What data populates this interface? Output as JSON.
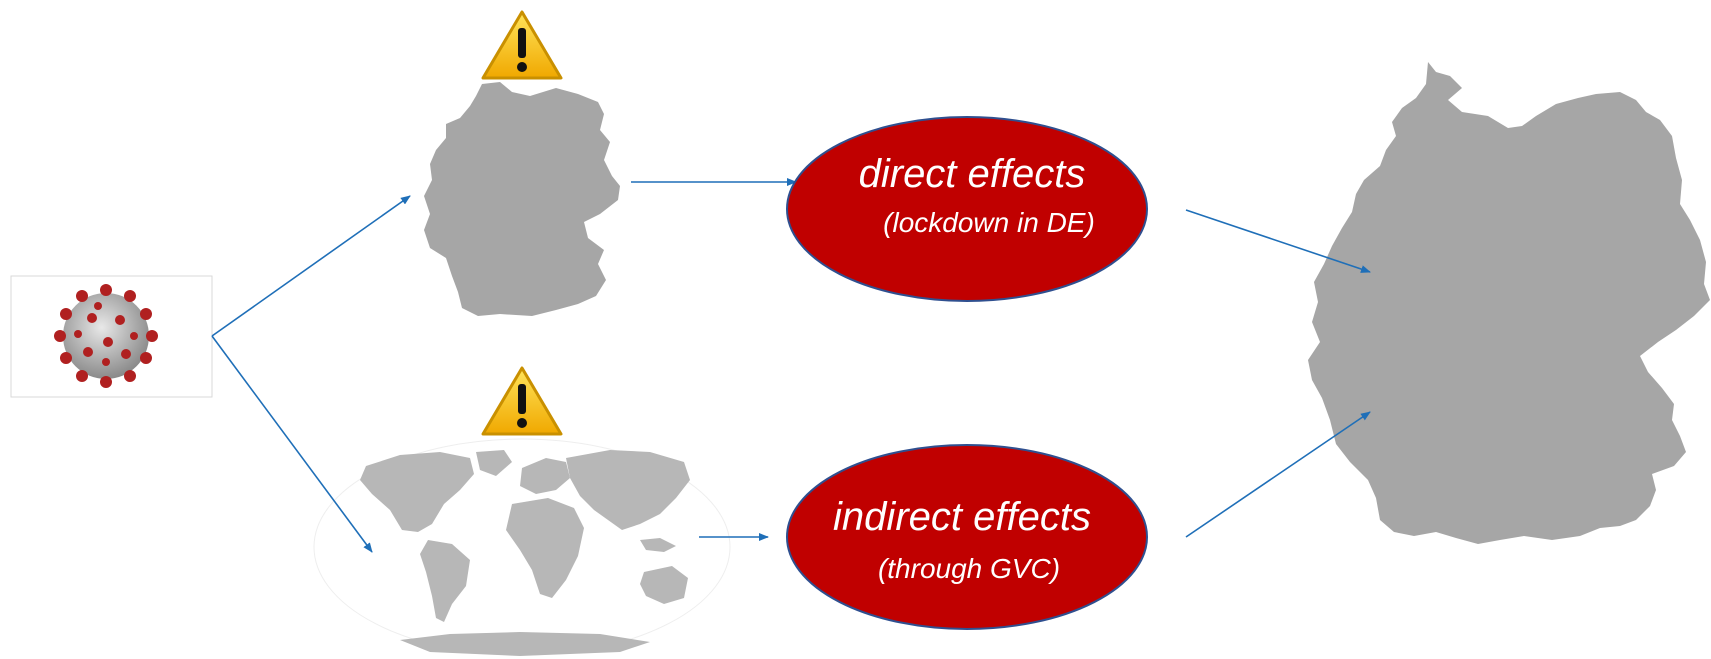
{
  "colors": {
    "ellipse_fill": "#c00000",
    "ellipse_stroke": "#2f4f8f",
    "arrow": "#1f6fb8",
    "country_gray": "#a6a6a6",
    "world_gray": "#b7b7b7",
    "warning_yellow": "#f5c400",
    "virus_red": "#b02020"
  },
  "nodes": {
    "virus": {
      "icon": "virus-icon"
    },
    "germany_small": {
      "icon": "germany-map-icon",
      "warning_icon": "warning-icon"
    },
    "world": {
      "icon": "world-map-icon",
      "warning_icon": "warning-icon"
    },
    "direct": {
      "title": "direct effects",
      "subtitle": "(lockdown in DE)"
    },
    "indirect": {
      "title": "indirect effects",
      "subtitle": "(through GVC)"
    },
    "germany_large": {
      "icon": "germany-map-icon"
    }
  }
}
